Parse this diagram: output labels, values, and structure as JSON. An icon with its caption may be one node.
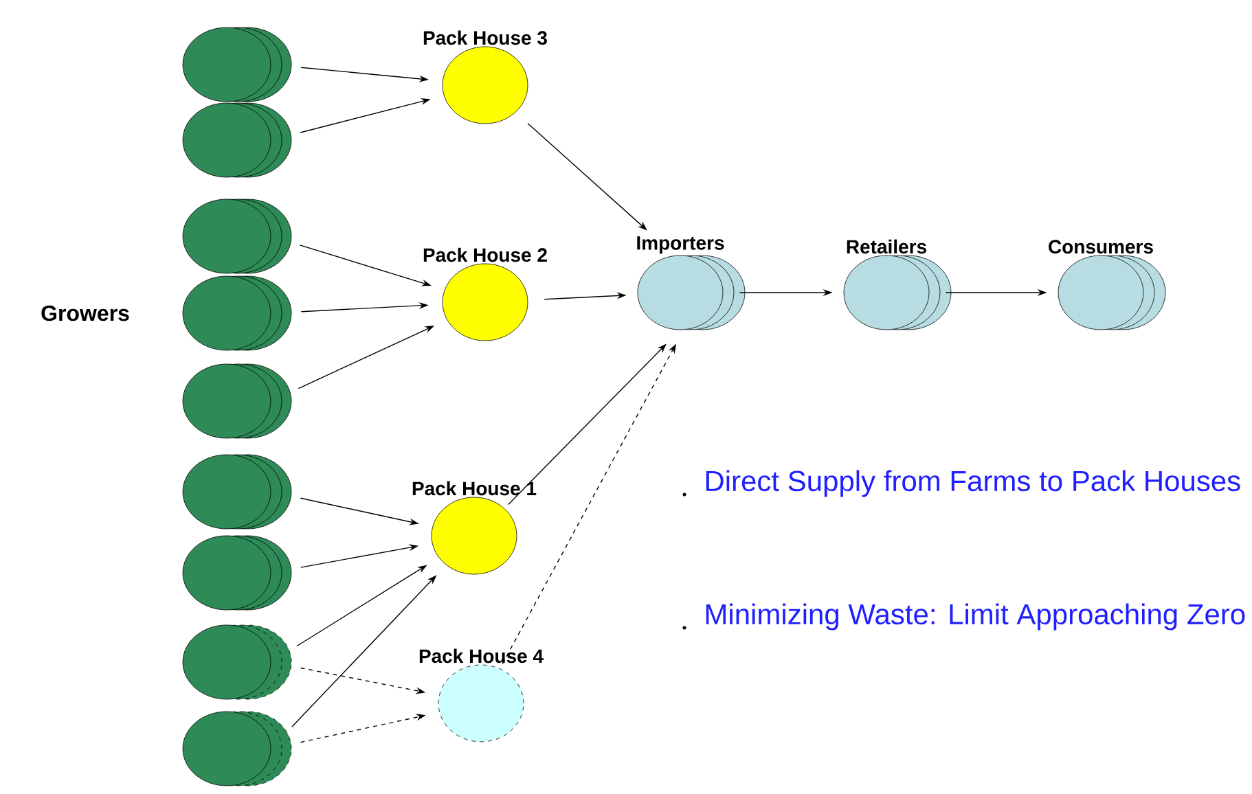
{
  "diagram": {
    "nodes": [
      {
        "text": [],
        "shape": "circle"
      },
      {
        "text": [],
        "shape": "circle"
      },
      {
        "text": [],
        "shape": "circle"
      },
      {
        "text": [],
        "shape": "circle"
      },
      {
        "text": [],
        "shape": "circle"
      },
      {
        "text": [],
        "shape": "circle"
      },
      {
        "text": [],
        "shape": "circle"
      },
      {
        "text": [],
        "shape": "circle"
      },
      {
        "text": [],
        "shape": "circle"
      },
      {
        "text": [
          "Pack House 3"
        ]
      },
      {
        "text": [
          "Pack House 2"
        ]
      },
      {
        "text": [
          "Pack House 1"
        ]
      },
      {
        "text": [
          "Pack House 4"
        ]
      },
      {
        "text": [
          "Importers"
        ]
      },
      {
        "text": [
          "Retailers"
        ]
      },
      {
        "text": [
          "Consumers"
        ]
      }
    ],
    "edges": [
      {
        "from": 0,
        "to": 9,
        "arrow": "to"
      },
      {
        "from": 1,
        "to": 9,
        "arrow": "to"
      },
      {
        "from": 2,
        "to": 10,
        "arrow": "to"
      },
      {
        "from": 3,
        "to": 10,
        "arrow": "to"
      },
      {
        "from": 4,
        "to": 10,
        "arrow": "to"
      },
      {
        "from": 5,
        "to": 11,
        "arrow": "to"
      },
      {
        "from": 6,
        "to": 11,
        "arrow": "to"
      },
      {
        "from": 7,
        "to": 11,
        "arrow": "to"
      },
      {
        "from": 8,
        "to": 11,
        "arrow": "to"
      },
      {
        "from": 7,
        "to": 12,
        "arrow": "to",
        "style": "dashed"
      },
      {
        "from": 8,
        "to": 12,
        "arrow": "to",
        "style": "dashed"
      },
      {
        "from": 9,
        "to": 13,
        "arrow": "to"
      },
      {
        "from": 10,
        "to": 13,
        "arrow": "to"
      },
      {
        "from": 11,
        "to": 13,
        "arrow": "to"
      },
      {
        "from": 12,
        "to": 13,
        "arrow": "to",
        "style": "dashed"
      },
      {
        "from": 13,
        "to": 14,
        "arrow": "to"
      },
      {
        "from": 14,
        "to": 15,
        "arrow": "to"
      }
    ],
    "labels": [
      "Growers",
      "Direct Supply from Farms to Pack Houses",
      "Minimizing Waste: Limit Approaching Zero"
    ]
  }
}
